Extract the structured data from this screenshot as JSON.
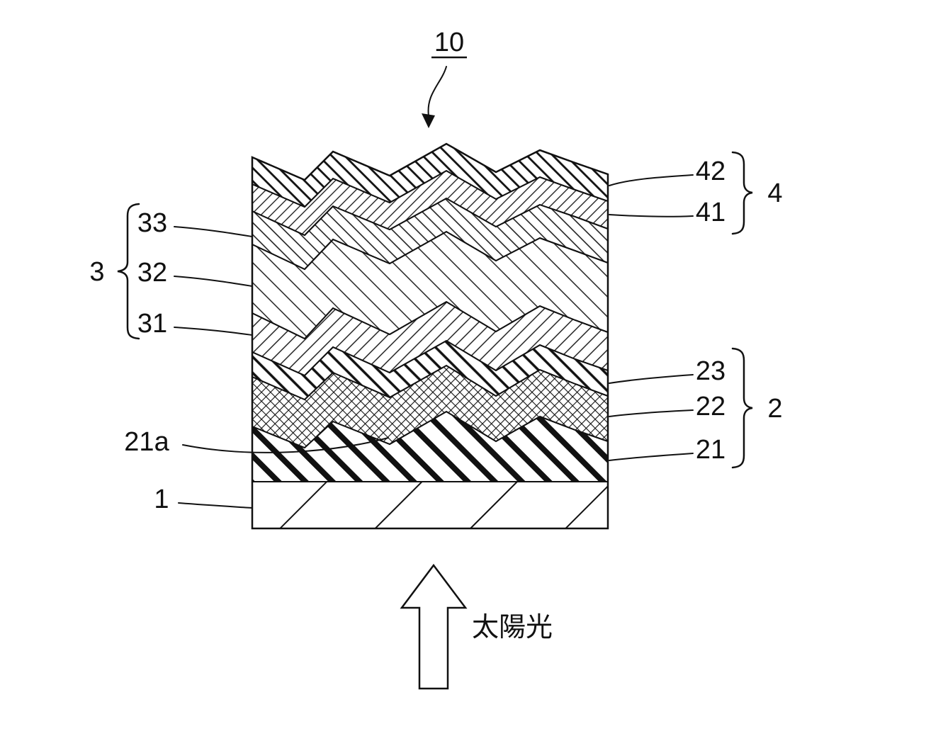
{
  "colors": {
    "line": "#111111",
    "background": "#ffffff"
  },
  "figure": {
    "reference_number": "10",
    "sunlight_label": "太陽光"
  },
  "labels": {
    "ref10": "10",
    "ref42": "42",
    "ref41": "41",
    "group4": "4",
    "ref33": "33",
    "ref32": "32",
    "ref31": "31",
    "group3": "3",
    "ref23": "23",
    "ref22": "22",
    "group2": "2",
    "ref21": "21",
    "ref21a": "21a",
    "ref1": "1"
  },
  "groups": [
    {
      "label": "4",
      "members": [
        "42",
        "41"
      ],
      "side": "right"
    },
    {
      "label": "3",
      "members": [
        "33",
        "32",
        "31"
      ],
      "side": "left"
    },
    {
      "label": "2",
      "members": [
        "23",
        "22",
        "21"
      ],
      "side": "right"
    }
  ],
  "layers": [
    {
      "ref": "42",
      "hatch": "diagonal-bold-backslash"
    },
    {
      "ref": "41",
      "hatch": "diagonal-thin-slash"
    },
    {
      "ref": "33",
      "hatch": "diagonal-thin-backslash"
    },
    {
      "ref": "32",
      "hatch": "diagonal-wide-backslash"
    },
    {
      "ref": "31",
      "hatch": "diagonal-thin-slash"
    },
    {
      "ref": "23",
      "hatch": "diagonal-bold-backslash"
    },
    {
      "ref": "22",
      "hatch": "crosshatch"
    },
    {
      "ref": "21",
      "hatch": "diagonal-heavy-backslash"
    },
    {
      "ref": "1",
      "hatch": "diagonal-sparse-slash"
    }
  ]
}
